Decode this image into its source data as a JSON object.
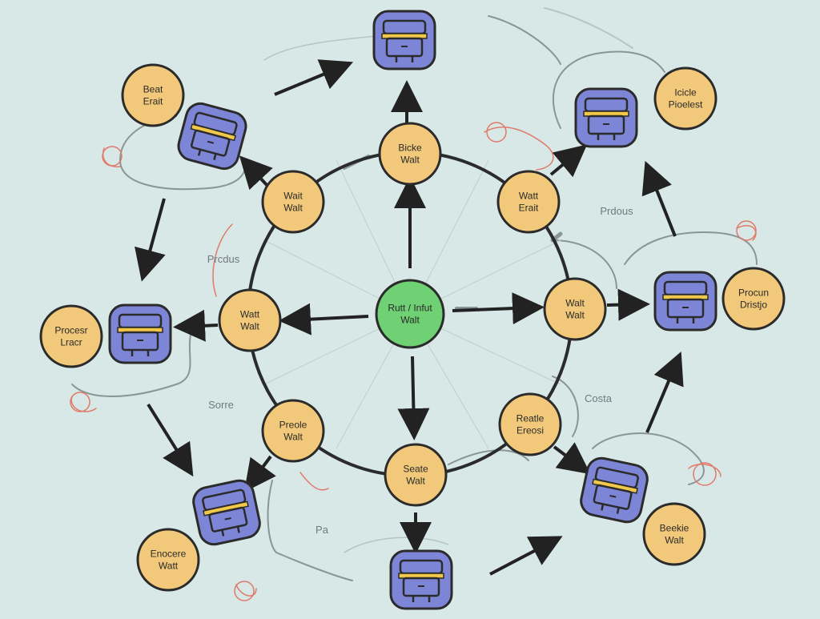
{
  "diagram": {
    "center": {
      "lines": [
        "Rutt / Infut",
        "Walt"
      ],
      "color": "#6fd074"
    },
    "ring_nodes": [
      {
        "id": "top",
        "lines": [
          "Bicke",
          "Walt"
        ]
      },
      {
        "id": "top-right",
        "lines": [
          "Watt",
          "Erait"
        ]
      },
      {
        "id": "right",
        "lines": [
          "Walt",
          "Walt"
        ]
      },
      {
        "id": "bottom-right",
        "lines": [
          "Reatle",
          "Ereosi"
        ]
      },
      {
        "id": "bottom",
        "lines": [
          "Seate",
          "Walt"
        ]
      },
      {
        "id": "bottom-left",
        "lines": [
          "Preole",
          "Walt"
        ]
      },
      {
        "id": "left",
        "lines": [
          "Watt",
          "Walt"
        ]
      },
      {
        "id": "top-left",
        "lines": [
          "Wait",
          "Walt"
        ]
      }
    ],
    "outer_nodes": [
      {
        "id": "outer-top-left",
        "lines": [
          "Beat",
          "Erait"
        ]
      },
      {
        "id": "outer-top-right",
        "lines": [
          "Icicle",
          "Pioelest"
        ]
      },
      {
        "id": "outer-right",
        "lines": [
          "Procun",
          "Dristjo"
        ]
      },
      {
        "id": "outer-left",
        "lines": [
          "Procesr",
          "Lracr"
        ]
      },
      {
        "id": "outer-bottom-left",
        "lines": [
          "Enocere",
          "Watt"
        ]
      },
      {
        "id": "outer-bottom-right",
        "lines": [
          "Beekie",
          "Walt"
        ]
      }
    ],
    "floating_labels": [
      {
        "id": "label-process-left",
        "text": "Prcdus"
      },
      {
        "id": "label-process-right",
        "text": "Prdous"
      },
      {
        "id": "label-some",
        "text": "Sorre"
      },
      {
        "id": "label-costa",
        "text": "Costa"
      },
      {
        "id": "label-pa",
        "text": "Pa"
      }
    ],
    "colors": {
      "background": "#d8e8e6",
      "node_fill": "#f2c97a",
      "node_stroke": "#2b2b2b",
      "device_fill": "#7d86d6",
      "device_stroke": "#2b2b2b",
      "accent_yellow": "#f1c84a",
      "sketch_red": "#e07a6a",
      "sketch_gray": "#8a9596"
    }
  }
}
